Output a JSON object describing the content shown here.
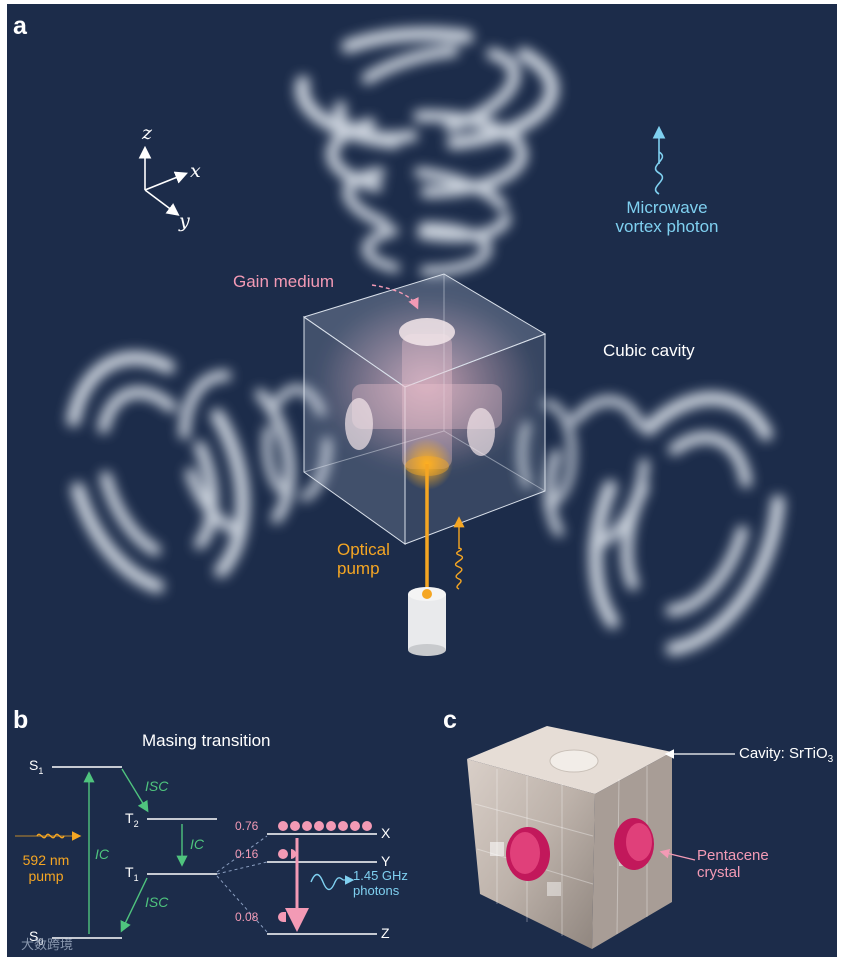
{
  "panel_a": {
    "label": "a",
    "axes": {
      "z": "z",
      "x": "x",
      "y": "y"
    },
    "microwave_photon": [
      "Microwave",
      "vortex photon"
    ],
    "gain_medium": "Gain medium",
    "cubic_cavity": "Cubic cavity",
    "optical_pump": [
      "Optical",
      "pump"
    ]
  },
  "panel_b": {
    "label": "b",
    "title": "Masing transition",
    "levels": {
      "s1": "S",
      "s1_sub": "1",
      "t2": "T",
      "t2_sub": "2",
      "t1": "T",
      "t1_sub": "1",
      "s0": "S",
      "s0_sub": "0"
    },
    "transitions": {
      "isc_upper": "ISC",
      "ic_t2_t1": "IC",
      "ic_s1_s0": "IC",
      "isc_lower": "ISC"
    },
    "pump": [
      "592 nm",
      "pump"
    ],
    "sublevels": [
      {
        "name": "X",
        "population": "0.76"
      },
      {
        "name": "Y",
        "population": "0.16"
      },
      {
        "name": "Z",
        "population": "0.08"
      }
    ],
    "emission": [
      "1.45 GHz",
      "photons"
    ]
  },
  "panel_c": {
    "label": "c",
    "cavity_label": "Cavity: SrTiO",
    "cavity_sub": "3",
    "crystal_label": [
      "Pentacene",
      "crystal"
    ]
  },
  "watermark": "大数跨境",
  "colors": {
    "background": "#1c2c4a",
    "pink": "#f39ab5",
    "orange": "#f5a623",
    "blue": "#7fd0f0",
    "green": "#4fc47e",
    "crystal": "#d4145a"
  }
}
